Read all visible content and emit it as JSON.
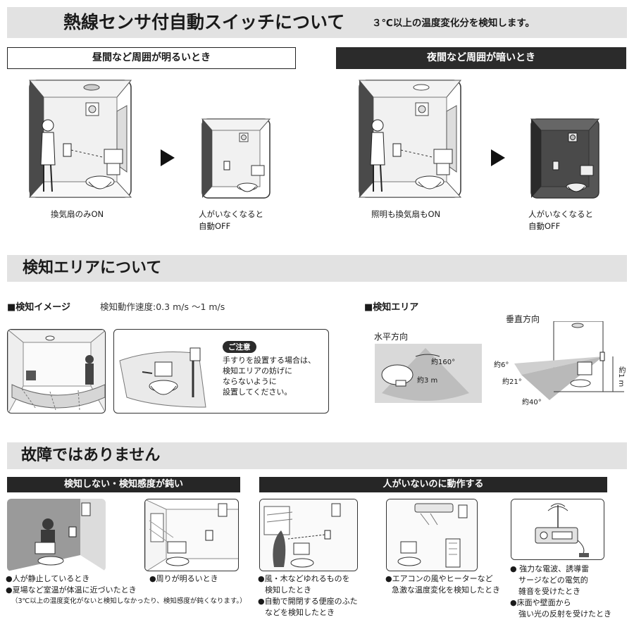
{
  "header": {
    "title": "熱線センサ付自動スイッチについて",
    "note": "３℃以上の温度変化分を検知します。"
  },
  "modes": {
    "day": {
      "label": "昼間など周囲が明るいとき",
      "caption_on": "換気扇のみON",
      "caption_off_1": "人がいなくなると",
      "caption_off_2": "自動OFF"
    },
    "night": {
      "label": "夜間など周囲が暗いとき",
      "caption_on": "照明も換気扇もON",
      "caption_off_1": "人がいなくなると",
      "caption_off_2": "自動OFF"
    }
  },
  "detection": {
    "title": "検知エリアについて",
    "image_label": "■検知イメージ",
    "speed": "検知動作速度:0.3 m/s 〜1 m/s",
    "caution_title": "ご注意",
    "caution_lines": [
      "手すりを設置する場合は、",
      "検知エリアの妨げに",
      "ならないように",
      "設置してください。"
    ],
    "area_label": "■検知エリア",
    "horizontal_label": "水平方向",
    "horizontal_angle": "約160°",
    "horizontal_distance": "約3 m",
    "vertical_label": "垂直方向",
    "vertical_angle_1": "約6°",
    "vertical_angle_2": "約21°",
    "vertical_angle_3": "約40°",
    "vertical_height": "約1 m"
  },
  "trouble": {
    "title": "故障ではありません",
    "left_bar": "検知しない・検知感度が鈍い",
    "right_bar": "人がいないのに動作する",
    "c1_1": "●人が静止しているとき",
    "c1_2": "●夏場など室温が体温に近づいたとき",
    "c1_3": "（3℃以上の温度変化がないと検知しなかったり、検知感度が鈍くなります。）",
    "c2_1": "●周りが明るいとき",
    "c3_1": "●風・木などゆれるものを",
    "c3_2": "検知したとき",
    "c3_3": "●自動で開閉する便座のふた",
    "c3_4": "などを検知したとき",
    "c4_1": "●エアコンの風やヒーターなど",
    "c4_2": "急激な温度変化を検知したとき",
    "c5_1": "● 強力な電波、誘導雷",
    "c5_2": "サージなどの電気的",
    "c5_3": "雑音を受けたとき",
    "c5_4": "●床面や壁面から",
    "c5_5": "強い光の反射を受けたとき"
  },
  "colors": {
    "banner": "#e2e2e2",
    "dark_bar": "#262626",
    "dark_room": "#4a4a4a"
  }
}
